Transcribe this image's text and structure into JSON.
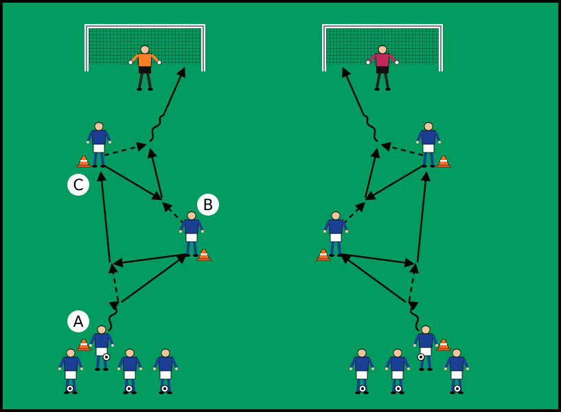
{
  "colors": {
    "pitch": "#019a5f",
    "border": "#000000",
    "home_shirt": "#1a3f94",
    "home_shorts": "#ffffff",
    "home_socks": "#1a3f94",
    "keeper_left": "#ff7f27",
    "keeper_right": "#c0285e",
    "cone": "#ff6a1f"
  },
  "labels": {
    "a": "A",
    "b": "B",
    "c": "C"
  },
  "icons": [
    "goal-icon",
    "player-icon",
    "goalkeeper-icon",
    "cone-icon",
    "ball-icon",
    "arrow-icon"
  ]
}
